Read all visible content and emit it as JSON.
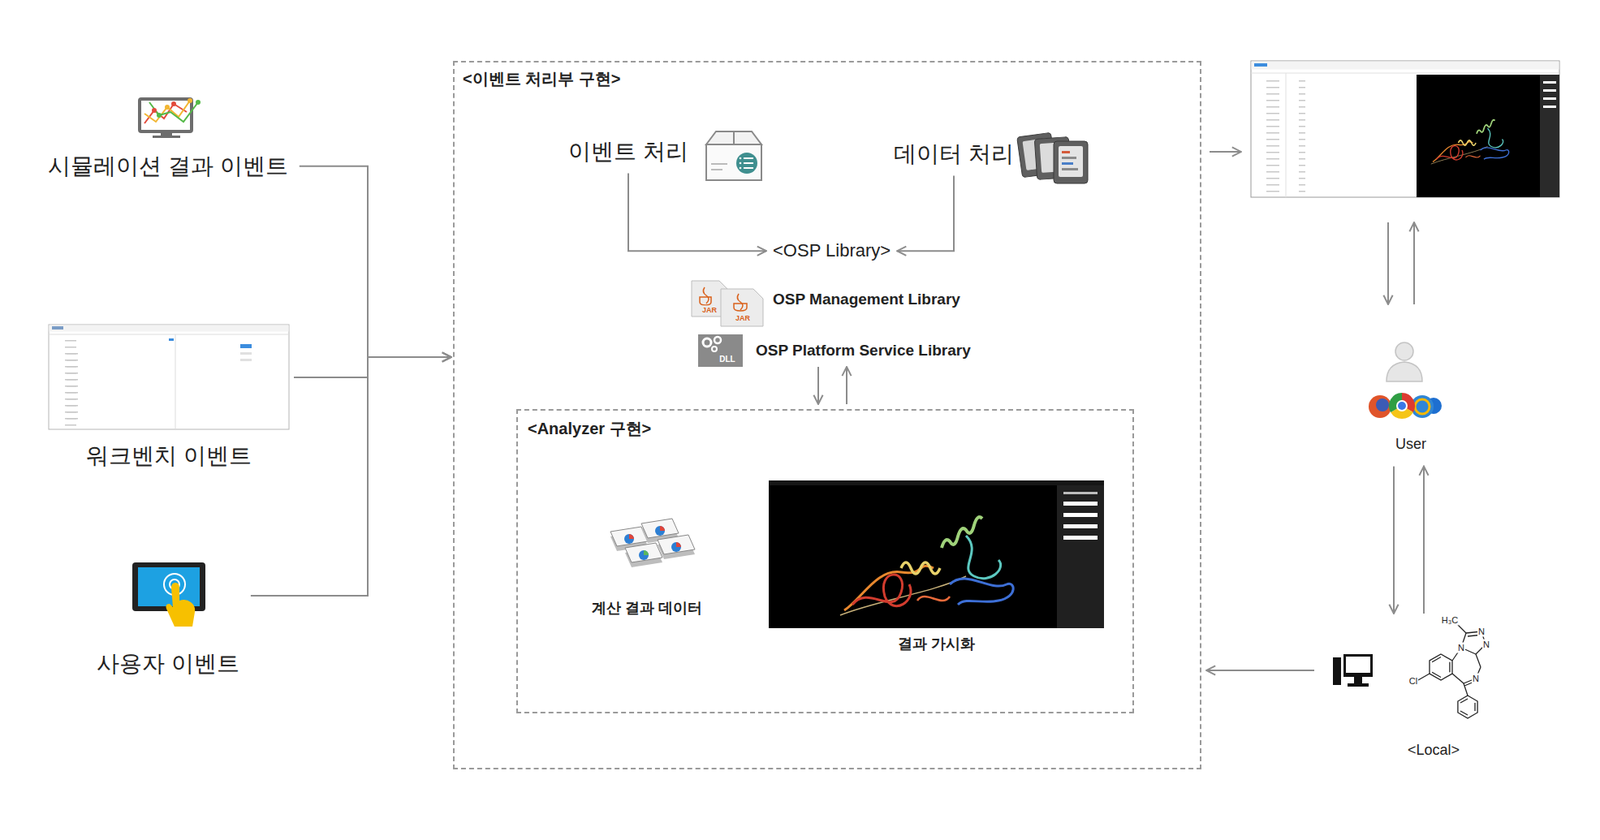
{
  "diagram": {
    "nodes": [
      {
        "text": [
          "시뮬레이션 결과 이벤트"
        ]
      },
      {
        "text": [
          "워크벤치 이벤트"
        ]
      },
      {
        "text": [
          "사용자 이벤트"
        ]
      },
      {
        "text": [
          "<이벤트 처리부 구현>"
        ]
      },
      {
        "text": [
          "이벤트 처리"
        ],
        "in": 3
      },
      {
        "text": [
          "데이터 처리"
        ],
        "in": 3
      },
      {
        "text": [
          "<OSP Library>",
          "OSP Management Library",
          "OSP Platform Service Library"
        ],
        "in": 3
      },
      {
        "text": [
          "<Analyzer 구현>"
        ],
        "in": 3
      },
      {
        "text": [
          "계산 결과 데이터"
        ],
        "in": 7
      },
      {
        "text": [
          "결과 가시화"
        ],
        "in": 7
      },
      {
        "text": [
          "User"
        ]
      },
      {
        "text": [
          "<Local>"
        ]
      }
    ],
    "edges": [
      {
        "from": 0,
        "to": 3,
        "arrow": "to"
      },
      {
        "from": 1,
        "to": 3,
        "arrow": "to"
      },
      {
        "from": 2,
        "to": 3,
        "arrow": "to"
      },
      {
        "from": 4,
        "to": 6,
        "arrow": "to"
      },
      {
        "from": 5,
        "to": 6,
        "arrow": "to"
      },
      {
        "from": 6,
        "to": 7,
        "arrow": "to"
      },
      {
        "from": 7,
        "to": 6,
        "arrow": "to"
      },
      {
        "from": 10,
        "to": 11,
        "arrow": "to"
      },
      {
        "from": 11,
        "to": 10,
        "arrow": "to"
      },
      {
        "from": 11,
        "to": 3,
        "arrow": "to"
      }
    ],
    "labels": [
      "JAR",
      "JAR",
      "DLL",
      "H₃C",
      "N",
      "N",
      "N",
      "N",
      "Cl"
    ]
  }
}
